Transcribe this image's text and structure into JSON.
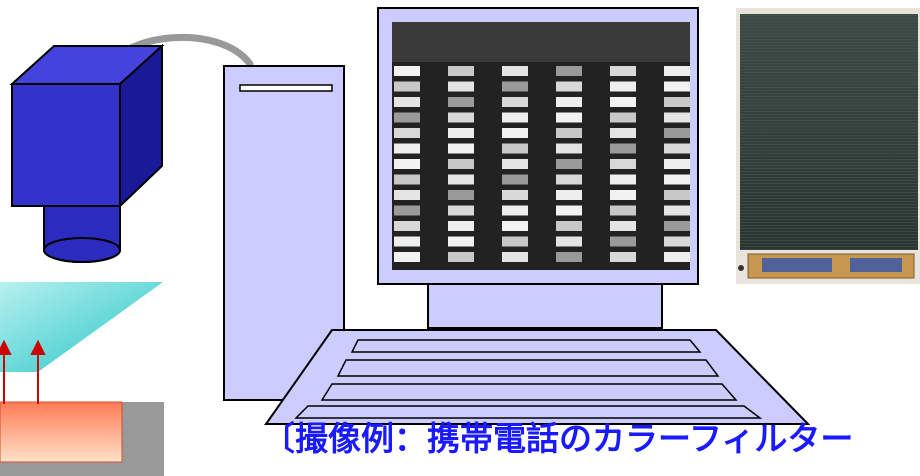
{
  "caption": "〔撮像例：携帯電話のカラーフィルター",
  "colors": {
    "camera_body": "#3333cc",
    "camera_side": "#1a1a99",
    "camera_lens": "#2b2bbf",
    "computer": "#ccccff",
    "outline": "#000000",
    "cable": "#999999",
    "light_beam": "#33cccc",
    "arrow": "#cc0000",
    "sample_gradient_top": "#ff8866",
    "sample_gradient_bottom": "#ffddc0",
    "stage": "#999999",
    "caption": "#1a1aff"
  },
  "icons": {
    "camera": "industrial-camera-icon",
    "computer": "desktop-computer-icon",
    "monitor_image": "color-filter-capture-image",
    "phone_photo": "phone-lcd-photo"
  }
}
